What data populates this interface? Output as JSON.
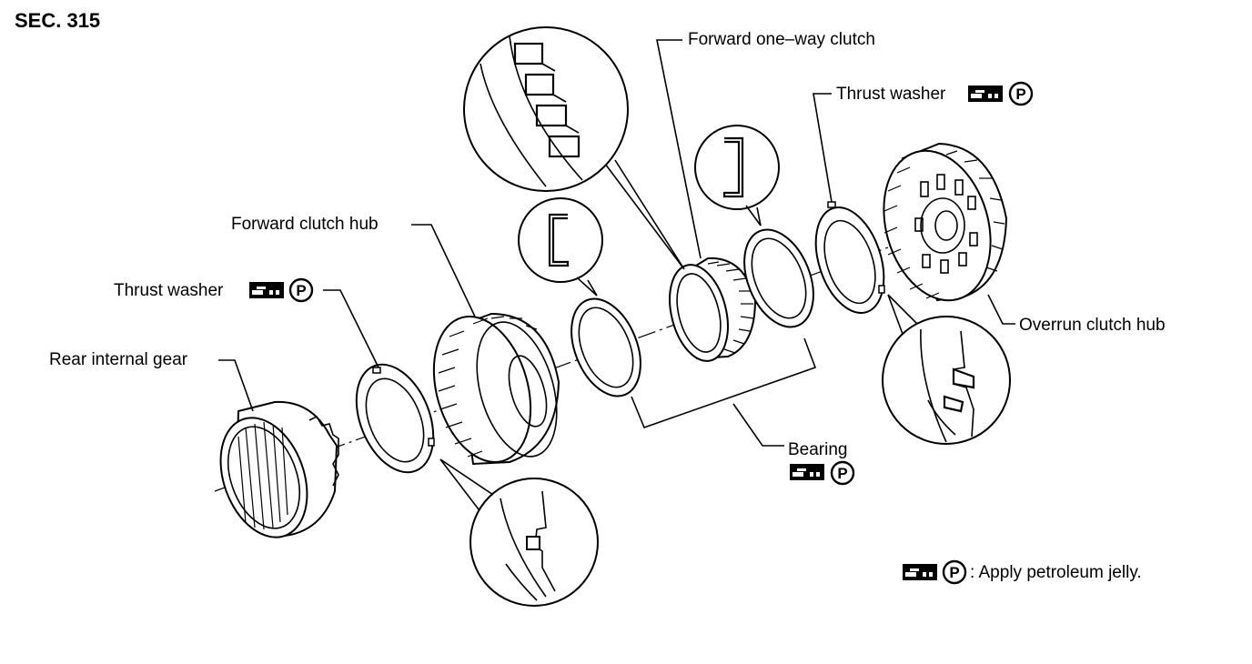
{
  "section": "SEC. 315",
  "labels": {
    "forward_one_way_clutch": "Forward one–way clutch",
    "thrust_washer_right": "Thrust washer",
    "forward_clutch_hub": "Forward clutch hub",
    "thrust_washer_left": "Thrust washer",
    "rear_internal_gear": "Rear internal gear",
    "overrun_clutch_hub": "Overrun clutch hub",
    "bearing": "Bearing"
  },
  "symbols": {
    "p_letter": "P"
  },
  "legend": {
    "text": ": Apply petroleum jelly."
  },
  "icons": {
    "grease": "grease-gun-icon",
    "petroleum": "petroleum-jelly-icon"
  }
}
